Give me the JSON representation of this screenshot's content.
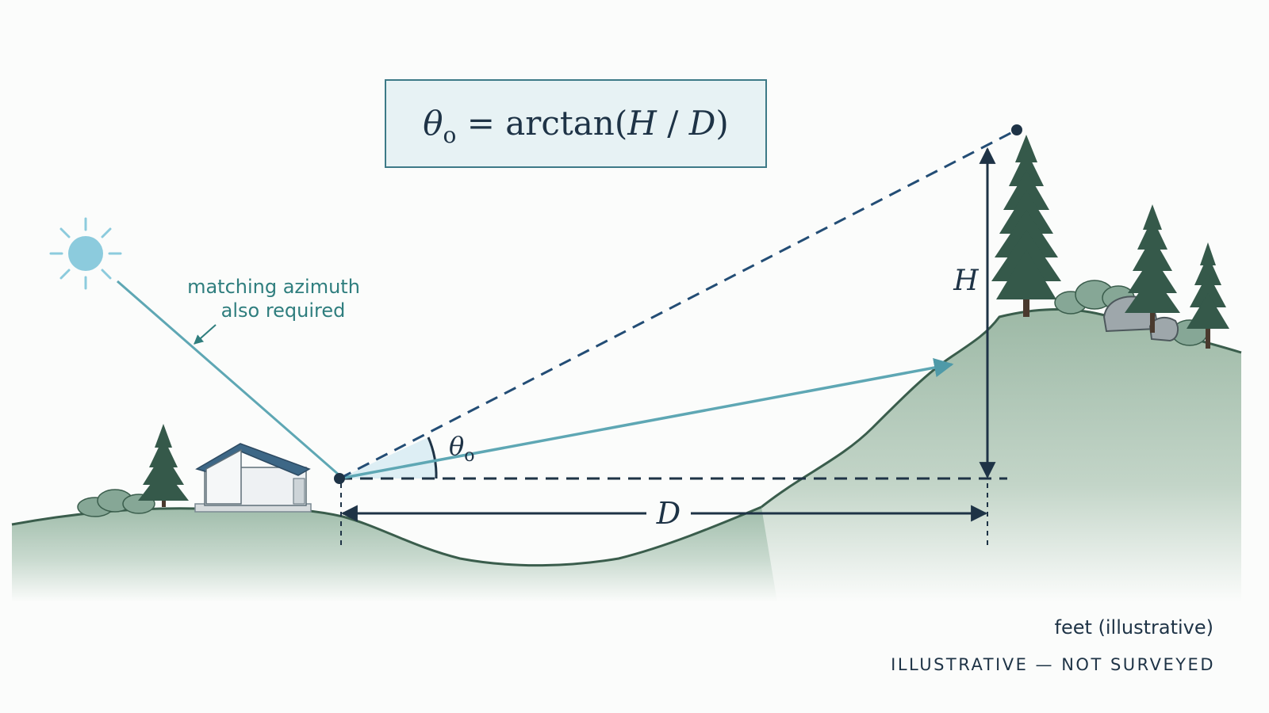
{
  "formula": {
    "theta": "θ",
    "sub": "o",
    "rest": " = arctan(",
    "h": "H",
    "slash": " / ",
    "d": "D",
    "close": ")"
  },
  "labels": {
    "height": "H",
    "distance": "D",
    "angle_symbol": "θ",
    "angle_sub": "o"
  },
  "note": {
    "line1": "matching azimuth",
    "line2": "also required"
  },
  "footer": {
    "units": "feet (illustrative)",
    "disclaimer": "ILLUSTRATIVE — NOT SURVEYED"
  },
  "colors": {
    "navy": "#1e3a5a",
    "teal_line": "#5ea7b4",
    "sun": "#8ccbdd",
    "formula_bg": "#e7f2f4",
    "formula_border": "#3d7a87",
    "ground": "#a9c3b2",
    "tree": "#35594a"
  }
}
